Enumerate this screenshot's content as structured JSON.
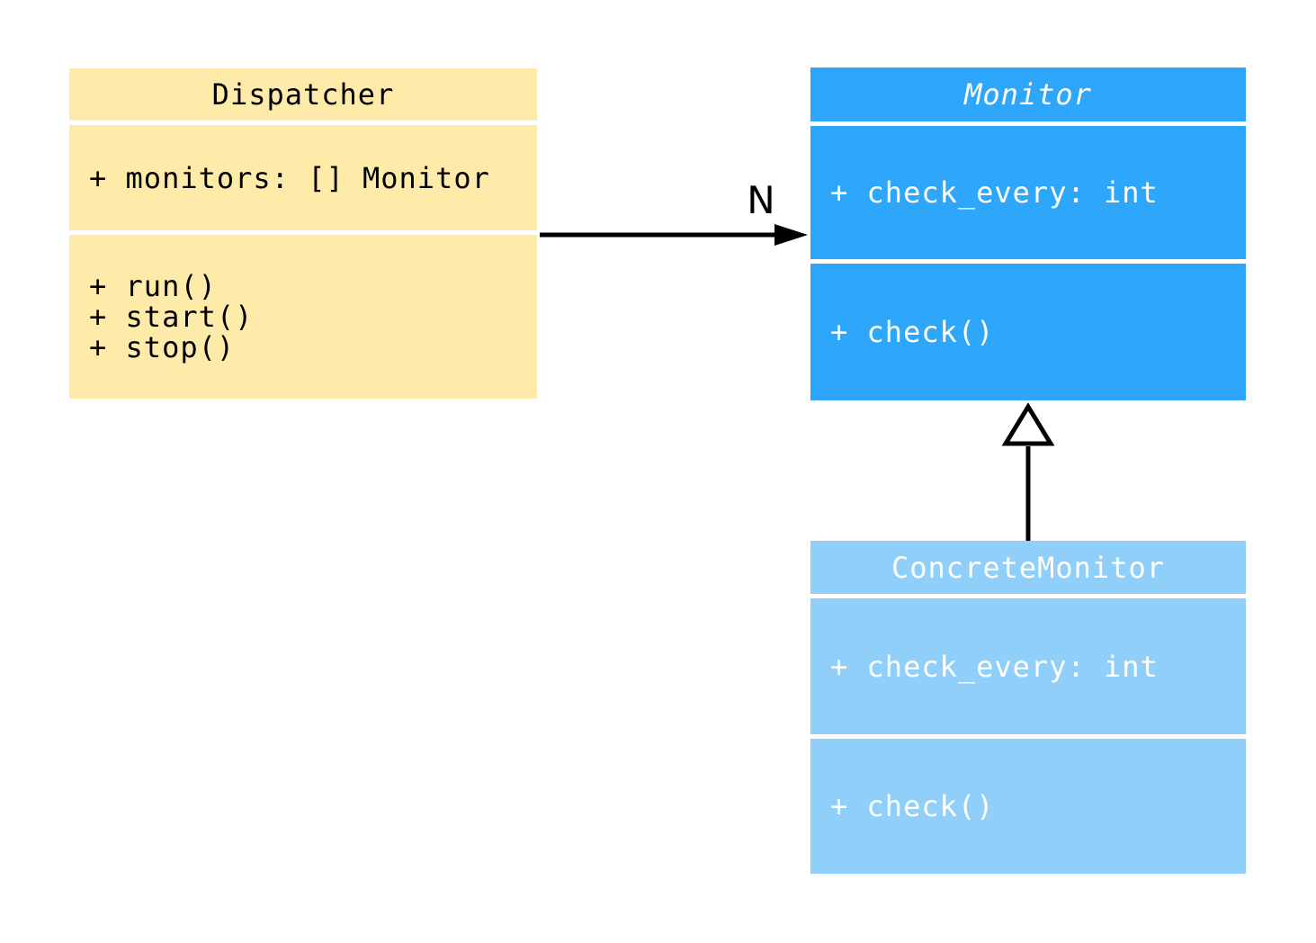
{
  "diagram": {
    "type": "uml-class-diagram",
    "background": "#ffffff",
    "classes": {
      "dispatcher": {
        "title": "Dispatcher",
        "abstract": false,
        "fill": "#ffeba9",
        "text_color": "#000000",
        "attributes": [
          "+ monitors: [] Monitor"
        ],
        "methods": [
          "+ run()",
          "+ start()",
          "+ stop()"
        ]
      },
      "monitor": {
        "title": "Monitor",
        "abstract": true,
        "fill": "#2ea6f9",
        "text_color": "#ffffff",
        "attributes": [
          "+ check_every: int"
        ],
        "methods": [
          "+ check()"
        ]
      },
      "concrete_monitor": {
        "title": "ConcreteMonitor",
        "abstract": false,
        "fill": "#90cff9",
        "text_color": "#ffffff",
        "attributes": [
          "+ check_every: int"
        ],
        "methods": [
          "+ check()"
        ]
      }
    },
    "relations": {
      "association": {
        "type": "association",
        "from": "Dispatcher",
        "to": "Monitor",
        "label": "N",
        "color": "#000000"
      },
      "generalization": {
        "type": "generalization",
        "from": "ConcreteMonitor",
        "to": "Monitor",
        "color": "#000000"
      }
    }
  }
}
